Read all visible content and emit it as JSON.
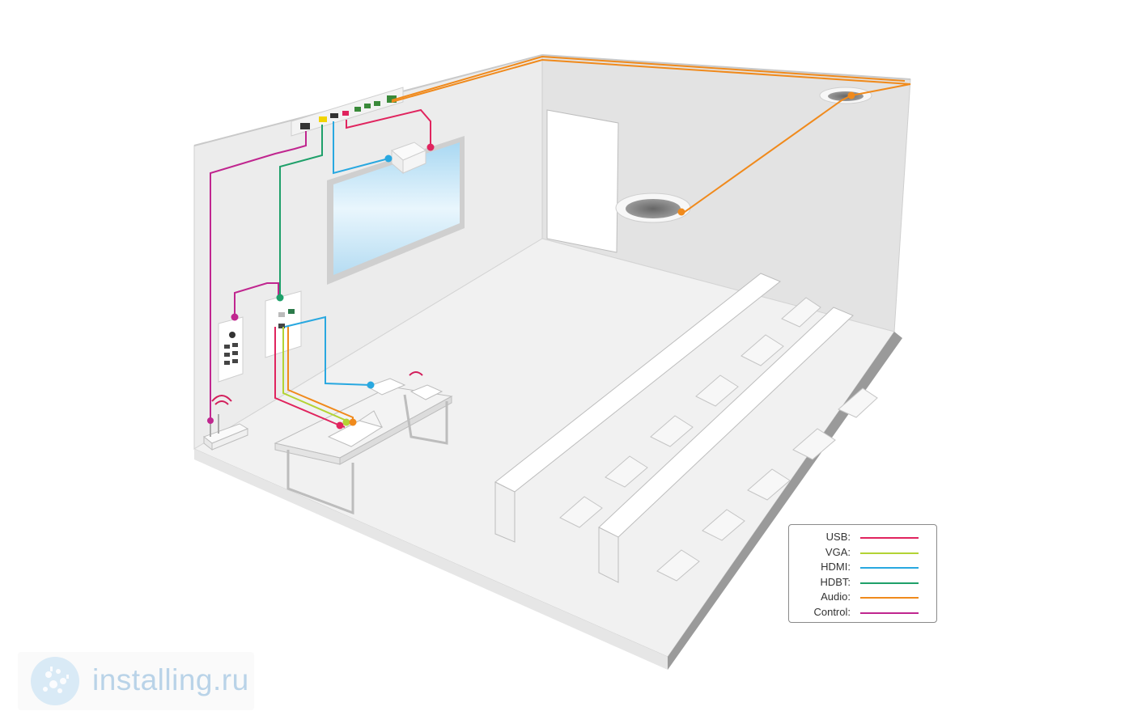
{
  "colors": {
    "usb": "#e0245e",
    "vga": "#b3d334",
    "hdmi": "#29a8e0",
    "hdbt": "#1fa06a",
    "audio": "#f08a1c",
    "control": "#c0268f"
  },
  "legend": {
    "items": [
      {
        "label": "USB:",
        "color": "#e0245e"
      },
      {
        "label": "VGA:",
        "color": "#b3d334"
      },
      {
        "label": "HDMI:",
        "color": "#29a8e0"
      },
      {
        "label": "HDBT:",
        "color": "#1fa06a"
      },
      {
        "label": "Audio:",
        "color": "#f08a1c"
      },
      {
        "label": "Control:",
        "color": "#c0268f"
      }
    ]
  },
  "watermark": {
    "text": "installing.ru",
    "icon": "installing-logo-icon"
  }
}
